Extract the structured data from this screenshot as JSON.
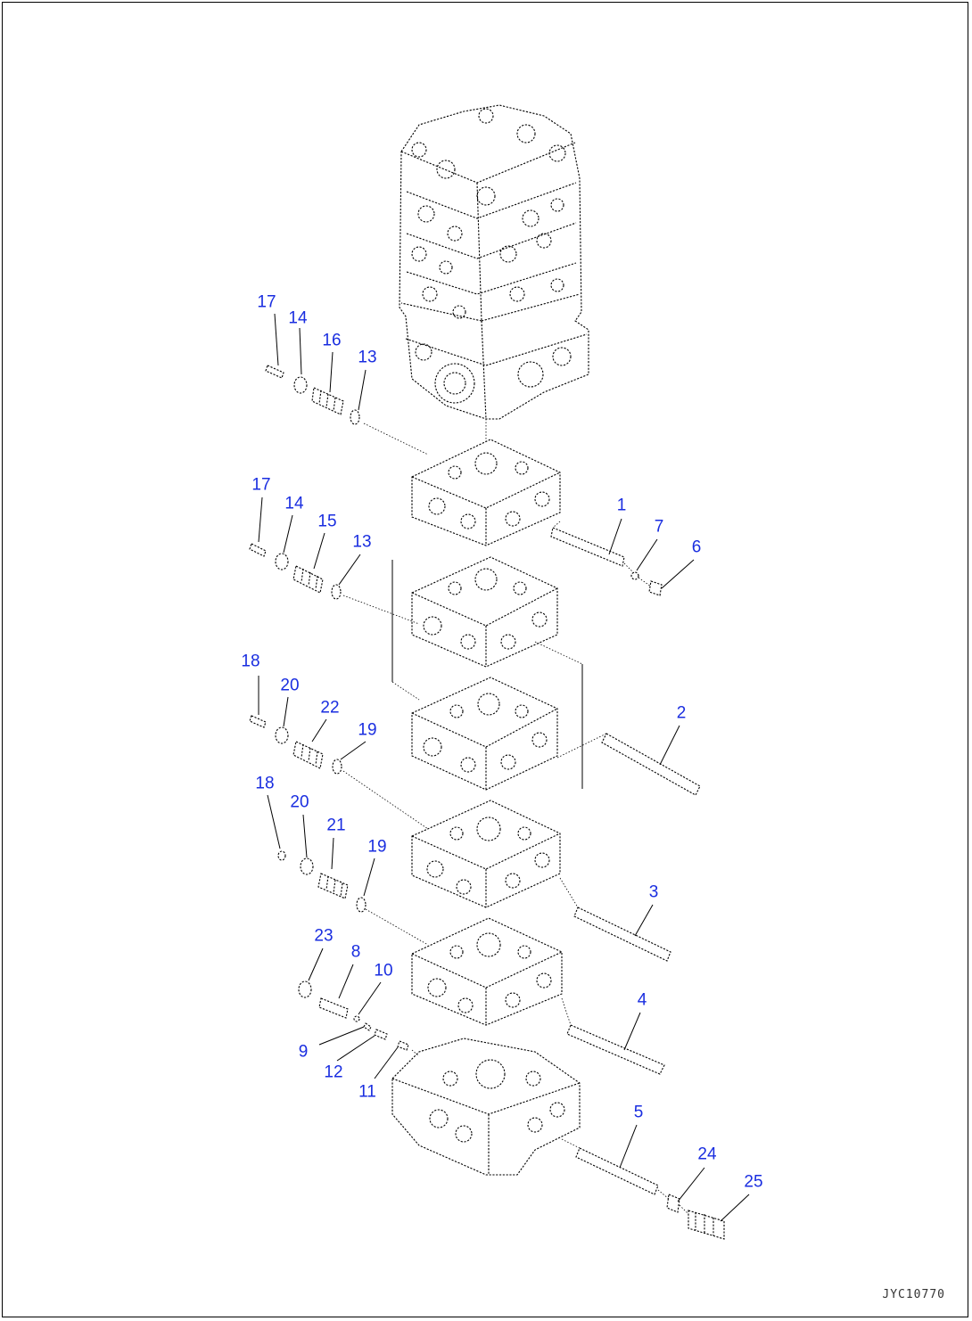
{
  "callouts": [
    {
      "id": "c1",
      "text": "1"
    },
    {
      "id": "c2",
      "text": "2"
    },
    {
      "id": "c3",
      "text": "3"
    },
    {
      "id": "c4",
      "text": "4"
    },
    {
      "id": "c5",
      "text": "5"
    },
    {
      "id": "c6",
      "text": "6"
    },
    {
      "id": "c7",
      "text": "7"
    },
    {
      "id": "c8",
      "text": "8"
    },
    {
      "id": "c9",
      "text": "9"
    },
    {
      "id": "c10",
      "text": "10"
    },
    {
      "id": "c11",
      "text": "11"
    },
    {
      "id": "c12",
      "text": "12"
    },
    {
      "id": "c13a",
      "text": "13"
    },
    {
      "id": "c13b",
      "text": "13"
    },
    {
      "id": "c14a",
      "text": "14"
    },
    {
      "id": "c14b",
      "text": "14"
    },
    {
      "id": "c15",
      "text": "15"
    },
    {
      "id": "c16",
      "text": "16"
    },
    {
      "id": "c17a",
      "text": "17"
    },
    {
      "id": "c17b",
      "text": "17"
    },
    {
      "id": "c18a",
      "text": "18"
    },
    {
      "id": "c18b",
      "text": "18"
    },
    {
      "id": "c19a",
      "text": "19"
    },
    {
      "id": "c19b",
      "text": "19"
    },
    {
      "id": "c20a",
      "text": "20"
    },
    {
      "id": "c20b",
      "text": "20"
    },
    {
      "id": "c21",
      "text": "21"
    },
    {
      "id": "c22",
      "text": "22"
    },
    {
      "id": "c23",
      "text": "23"
    },
    {
      "id": "c24",
      "text": "24"
    },
    {
      "id": "c25",
      "text": "25"
    }
  ],
  "drawing_code": "JYC10770",
  "colors": {
    "callout": "#1a2ee0",
    "line": "#000000",
    "background": "#ffffff"
  }
}
